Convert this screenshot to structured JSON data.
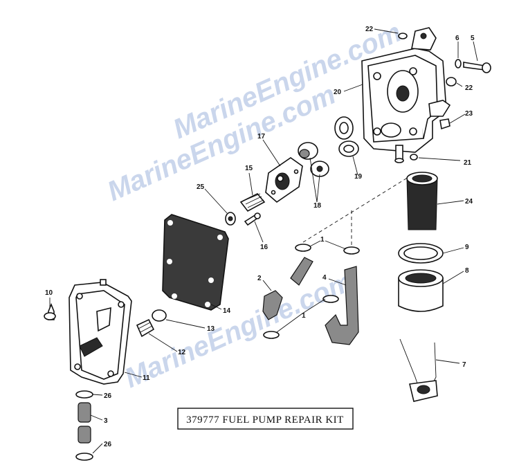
{
  "callouts": [
    "22",
    "6",
    "5",
    "22",
    "20",
    "23",
    "21",
    "17",
    "19",
    "15",
    "18",
    "25",
    "24",
    "16",
    "1",
    "9",
    "2",
    "4",
    "8",
    "10",
    "14",
    "1",
    "13",
    "12",
    "7",
    "11",
    "26",
    "3",
    "26"
  ],
  "kit_label": "379777 FUEL PUMP REPAIR KIT",
  "watermarks": [
    "MarineEngine.com",
    "MarineEngine.com",
    "MarineEngine.com"
  ],
  "colors": {
    "ink": "#111111",
    "watermark": "#b9c9e6",
    "shade": "#2a2a2a"
  }
}
